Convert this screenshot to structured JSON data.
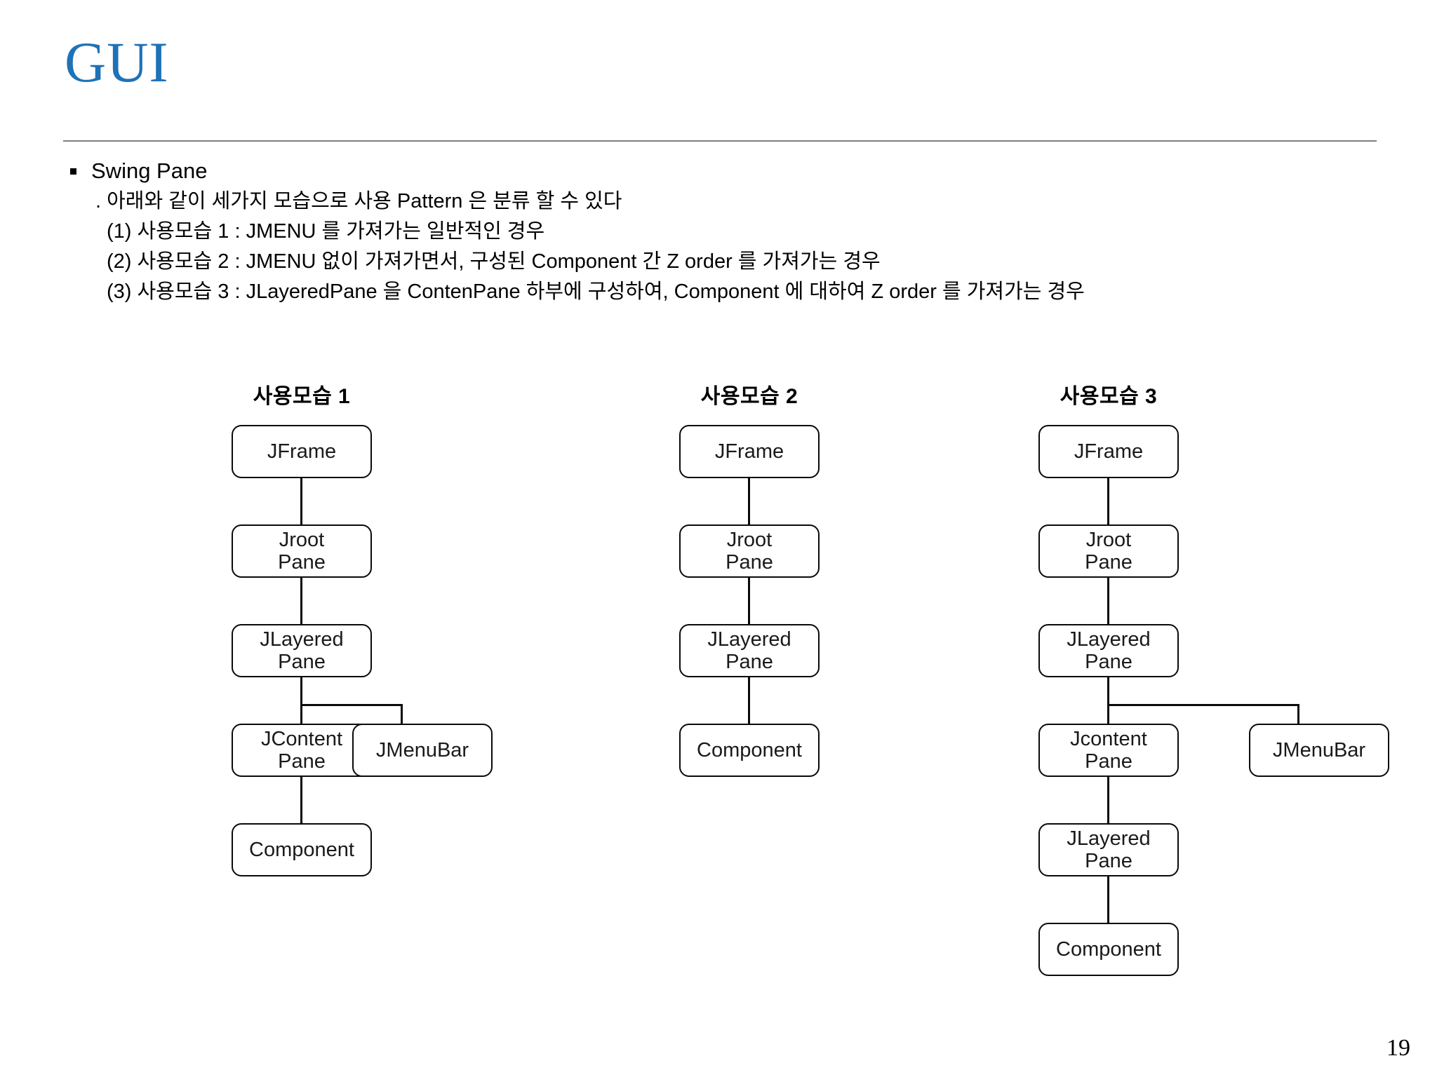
{
  "slide": {
    "title": "GUI",
    "title_color": "#1f72b8",
    "page_number": "19"
  },
  "body": {
    "bullet1": "Swing Pane",
    "line1": ". 아래와 같이 세가지 모습으로 사용 Pattern 은 분류 할 수 있다",
    "line2": "(1) 사용모습 1 : JMENU 를 가져가는 일반적인 경우",
    "line3": "(2) 사용모습 2 : JMENU 없이 가져가면서, 구성된 Component 간 Z order 를 가져가는 경우",
    "line4": "(3) 사용모습 3 : JLayeredPane 을 ContenPane 하부에 구성하여, Component 에 대하여 Z order 를 가져가는 경우"
  },
  "diagram": {
    "columns": [
      {
        "header": "사용모습 1",
        "nodes": [
          {
            "label": "JFrame"
          },
          {
            "label": "Jroot\nPane"
          },
          {
            "label": "JLayered\nPane"
          },
          {
            "label": "JContent\nPane"
          },
          {
            "label": "JMenuBar"
          },
          {
            "label": "Component"
          }
        ]
      },
      {
        "header": "사용모습 2",
        "nodes": [
          {
            "label": "JFrame"
          },
          {
            "label": "Jroot\nPane"
          },
          {
            "label": "JLayered\nPane"
          },
          {
            "label": "Component"
          }
        ]
      },
      {
        "header": "사용모습 3",
        "nodes": [
          {
            "label": "JFrame"
          },
          {
            "label": "Jroot\nPane"
          },
          {
            "label": "JLayered\nPane"
          },
          {
            "label": "Jcontent\nPane"
          },
          {
            "label": "JMenuBar"
          },
          {
            "label": "JLayered\nPane"
          },
          {
            "label": "Component"
          }
        ]
      }
    ]
  }
}
